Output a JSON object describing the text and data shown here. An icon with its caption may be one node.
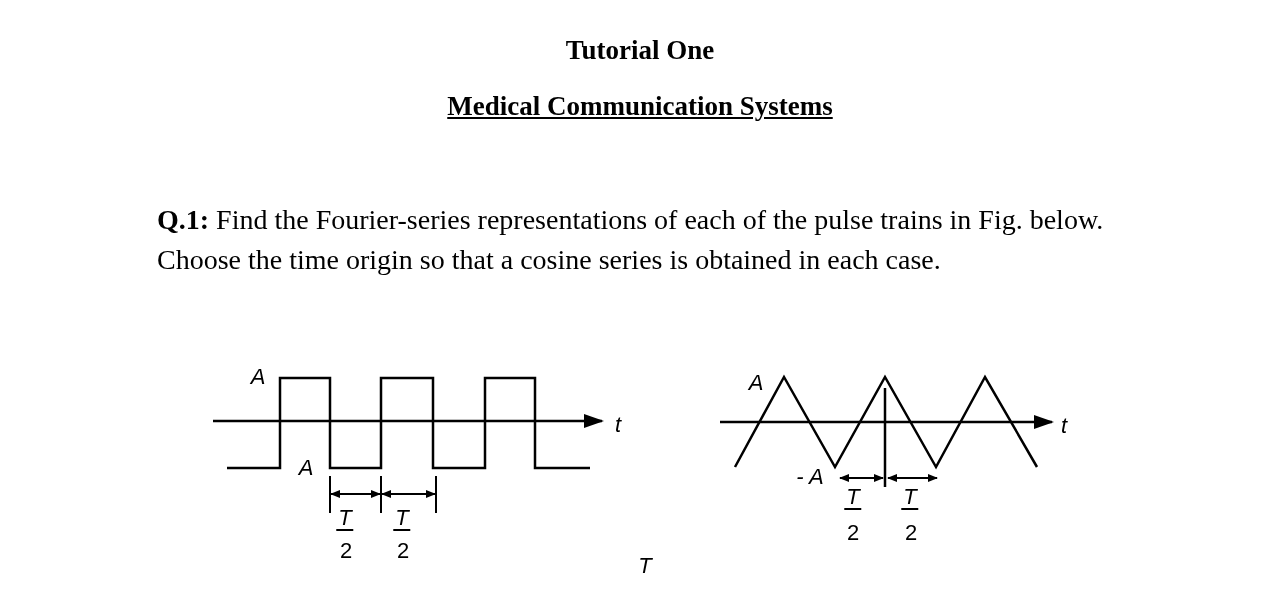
{
  "diagram": {
    "title": "Tutorial One",
    "labels": [
      "Medical Communication Systems",
      "**Q.1:** Find the Fourier-series representations of each of the pulse trains in Fig. below. Choose the time origin so that a cosine series is obtained in each case.",
      "A",
      "A",
      "t",
      "A",
      "- A",
      "t",
      "T",
      "2",
      "T",
      "2",
      "T",
      "2",
      "T",
      "2",
      "T"
    ]
  }
}
